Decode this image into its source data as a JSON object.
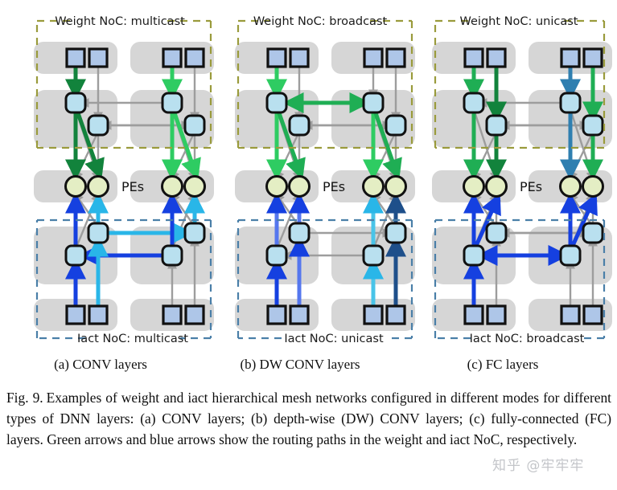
{
  "figure": {
    "label": "Fig. 9.",
    "caption_text": "Examples of weight and iact hierarchical mesh networks configured in different modes for different types of DNN layers: (a) CONV layers; (b) depth-wise (DW) CONV layers; (c) fully-connected (FC) layers. Green arrows and blue arrows show the routing paths in the weight and iact NoC, respectively.",
    "watermark": "知乎 @牢牢牢"
  },
  "panels": [
    {
      "id": "a",
      "sub_caption": "(a) CONV layers",
      "weight_box_label": "Weight NoC: multicast",
      "iact_box_label": "Iact NoC: multicast",
      "pe_label": "PEs"
    },
    {
      "id": "b",
      "sub_caption": "(b) DW CONV layers",
      "weight_box_label": "Weight NoC: broadcast",
      "iact_box_label": "Iact NoC: unicast",
      "pe_label": "PEs"
    },
    {
      "id": "c",
      "sub_caption": "(c) FC layers",
      "weight_box_label": "Weight NoC: unicast",
      "iact_box_label": "Iact NoC: broadcast",
      "pe_label": "PEs"
    }
  ],
  "colors": {
    "weight_box_border": "#9a9b3c",
    "iact_box_border": "#4a7fa8",
    "cluster_fill": "#d6d6d6",
    "glb_fill": "#aec6e8",
    "router_fill": "#b9e0ef",
    "pe_fill": "#e4eec4",
    "node_stroke": "#111111",
    "idle_link": "#9d9d9d",
    "green_dark": "#12833c",
    "green_mid": "#1fae54",
    "green_bright": "#2ecc62",
    "blue_dark": "#1e4f8a",
    "blue_mid": "#1540e0",
    "blue_light": "#29b6e8",
    "blue_steel": "#2f7fb0",
    "background": "#ffffff"
  },
  "legend_semantics": {
    "green_arrows": "routing paths in the weight NoC",
    "blue_arrows": "routing paths in the iact NoC",
    "square_nodes": "global buffer (GLB) ports",
    "rounded_square_nodes": "routers",
    "circle_nodes": "PEs"
  }
}
